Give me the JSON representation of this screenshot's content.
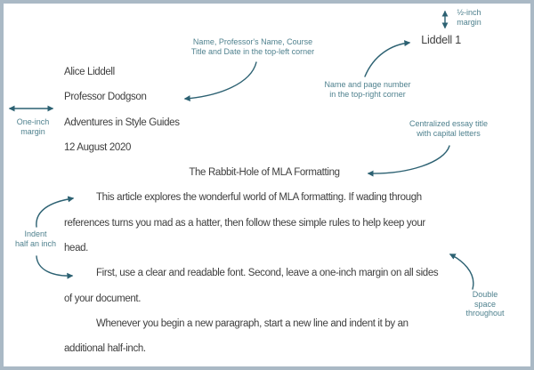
{
  "colors": {
    "frame_border": "#aab9c5",
    "background": "#ffffff",
    "body_text": "#3e3e3e",
    "annotation_text": "#4f818e",
    "arrow": "#2c6172"
  },
  "document": {
    "page_header": "Liddell 1",
    "heading_lines": [
      "Alice Liddell",
      "Professor Dodgson",
      "Adventures in Style Guides",
      "12 August 2020"
    ],
    "title": "The Rabbit-Hole of MLA Formatting",
    "paragraphs": [
      [
        "This article explores the wonderful world of MLA formatting. If wading through",
        "references turns you mad as a hatter, then follow these simple rules to help keep your",
        "head."
      ],
      [
        "First, use a clear and readable font. Second, leave a one-inch margin on all sides",
        "of your document."
      ],
      [
        "Whenever you begin a new paragraph, start a new line and indent it by an",
        "additional half-inch."
      ]
    ]
  },
  "annotations": {
    "half_inch_margin": "½-inch\nmargin",
    "top_left_corner": "Name, Professor's Name, Course\nTitle and Date in the top-left corner",
    "top_right_corner": "Name and page number\nin the top-right corner",
    "one_inch_margin": "One-inch\nmargin",
    "centered_title": "Centralized essay title\nwith capital letters",
    "indent": "Indent\nhalf an inch",
    "double_space": "Double space\nthroughout"
  }
}
